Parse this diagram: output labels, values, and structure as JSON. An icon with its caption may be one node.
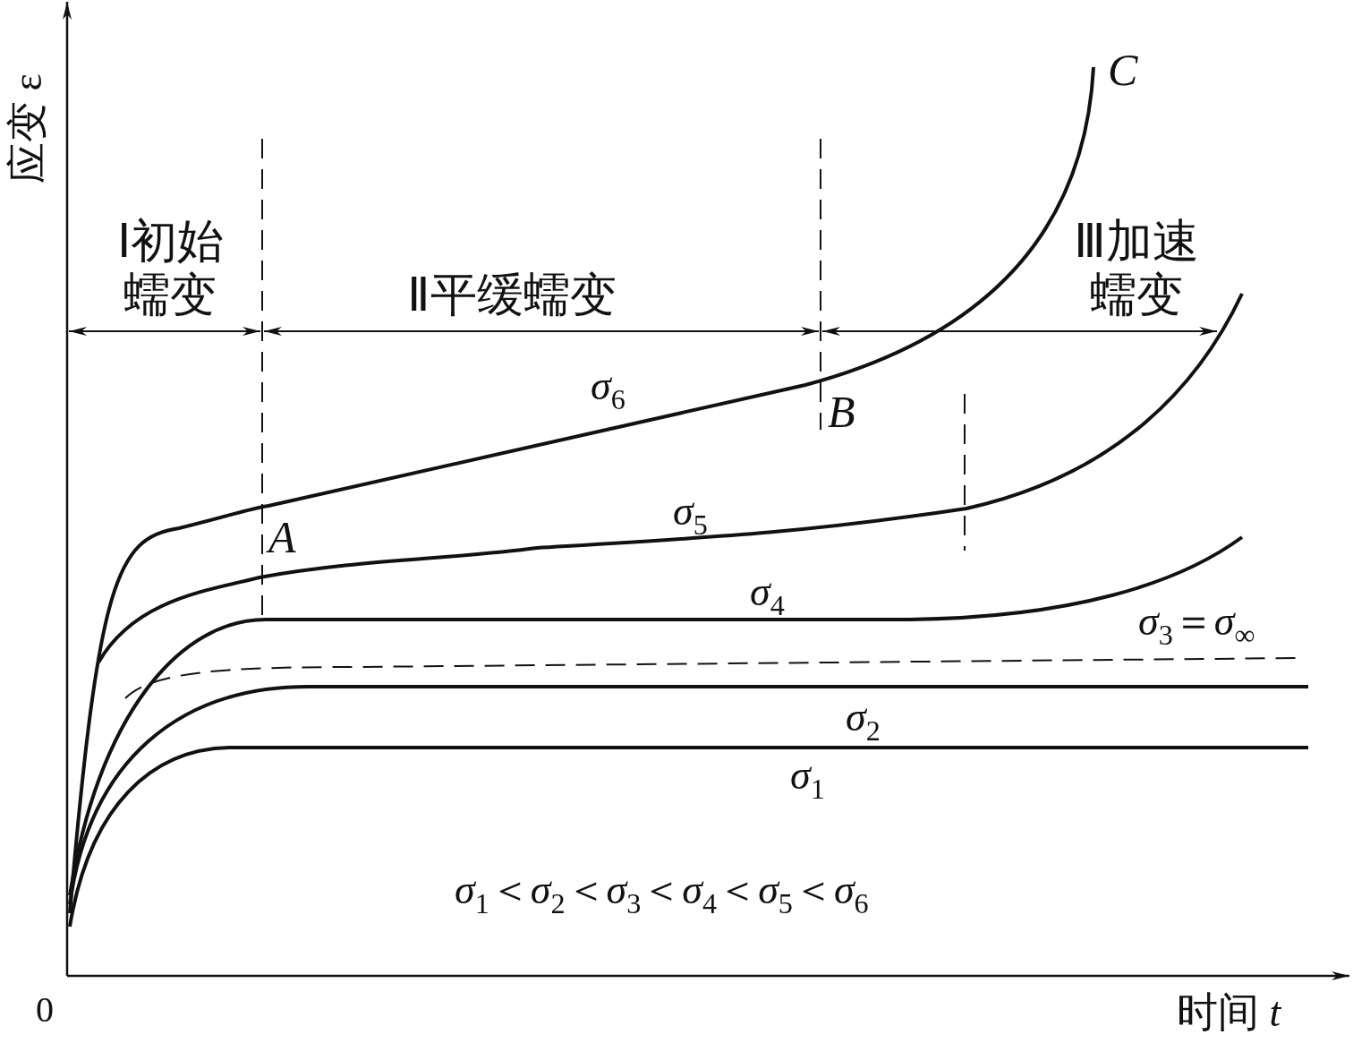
{
  "diagram": {
    "labels": [
      "应变 ε",
      "C",
      "Ⅰ初始蠕变",
      "Ⅲ加速蠕变",
      "Ⅱ平缓蠕变",
      "*σ*$_{6}$",
      "B",
      "*σ*$_{5}$",
      "A",
      "*σ*$_{4}$",
      "*σ*$_{3}$＝*σ*$_{∞}$",
      "*σ*$_{2}$",
      "*σ*$_{1}$",
      "*σ*$_{1}$＜*σ*$_{2}$＜*σ*$_{3}$＜*σ*$_{4}$＜*σ*$_{5}$＜*σ*$_{6}$",
      "0",
      "时间 *t*"
    ]
  }
}
